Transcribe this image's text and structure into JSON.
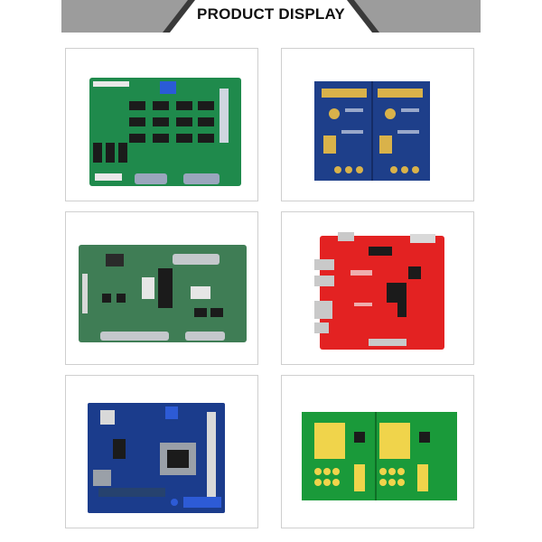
{
  "header": {
    "title": "PRODUCT DISPLAY"
  },
  "products": [
    {
      "icon": "green-control-board-image",
      "board_color": "#1f8a4c"
    },
    {
      "icon": "blue-dual-pcb-panel-image",
      "board_color": "#1e3f8a"
    },
    {
      "icon": "green-interface-board-image",
      "board_color": "#3f7d55"
    },
    {
      "icon": "red-pcba-board-image",
      "board_color": "#e32222"
    },
    {
      "icon": "blue-motherboard-image",
      "board_color": "#1b3c8c"
    },
    {
      "icon": "green-gold-pcb-panel-image",
      "board_color": "#1a9a3a"
    }
  ]
}
